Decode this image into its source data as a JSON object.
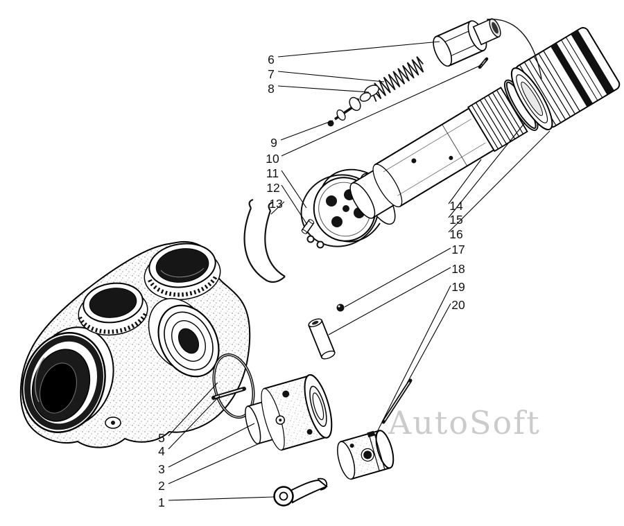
{
  "diagram": {
    "title": "exploded-parts-diagram",
    "watermark": "AutoSoft",
    "callouts": [
      {
        "label": "1"
      },
      {
        "label": "2"
      },
      {
        "label": "3"
      },
      {
        "label": "4"
      },
      {
        "label": "5"
      },
      {
        "label": "6"
      },
      {
        "label": "7"
      },
      {
        "label": "8"
      },
      {
        "label": "9"
      },
      {
        "label": "10"
      },
      {
        "label": "11"
      },
      {
        "label": "12"
      },
      {
        "label": "13"
      },
      {
        "label": "14"
      },
      {
        "label": "15"
      },
      {
        "label": "16"
      },
      {
        "label": "17"
      },
      {
        "label": "18"
      },
      {
        "label": "19"
      },
      {
        "label": "20"
      }
    ],
    "colors": {
      "line": "#000000",
      "fill": "#ffffff",
      "dark": "#161616",
      "watermark": "#c3c3c3"
    }
  }
}
